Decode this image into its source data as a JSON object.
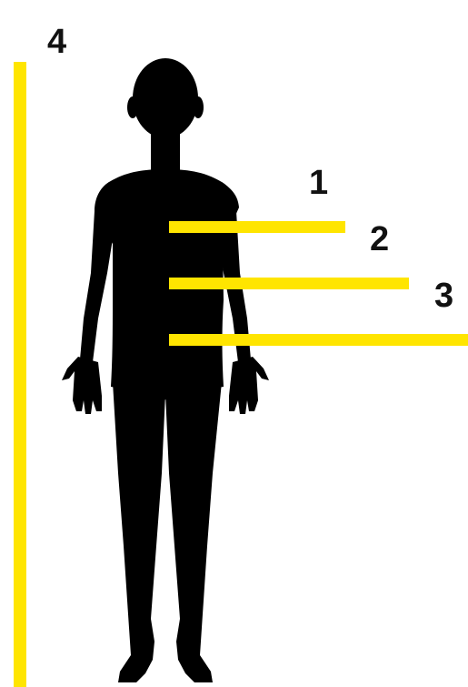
{
  "labels": {
    "line1": "1",
    "line2": "2",
    "line3": "3",
    "line4": "4"
  },
  "colors": {
    "measure_line": "#FFE500",
    "silhouette": "#000000",
    "background": "#FFFFFF"
  }
}
